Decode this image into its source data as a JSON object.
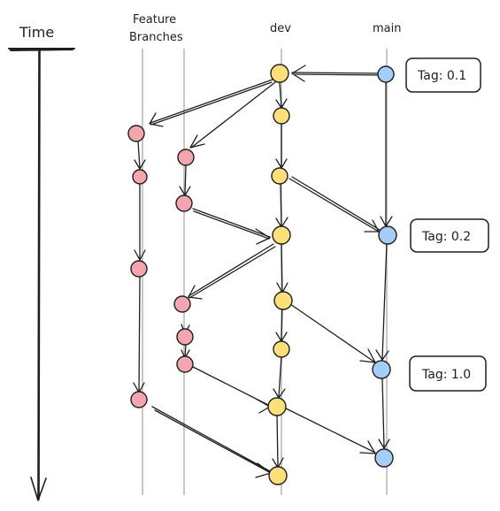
{
  "time_axis": {
    "label": "Time"
  },
  "lanes": {
    "feature": {
      "label_line1": "Feature",
      "label_line2": "Branches"
    },
    "dev": {
      "label": "dev"
    },
    "main": {
      "label": "main"
    }
  },
  "tags": [
    {
      "label": "Tag: 0.1"
    },
    {
      "label": "Tag: 0.2"
    },
    {
      "label": "Tag: 1.0"
    }
  ],
  "colors": {
    "feature_commit": "#f4a6ae",
    "dev_commit": "#fde07a",
    "main_commit": "#a5cdf7",
    "lane_line": "#c8c8c8",
    "ink": "#1e1e1e"
  }
}
